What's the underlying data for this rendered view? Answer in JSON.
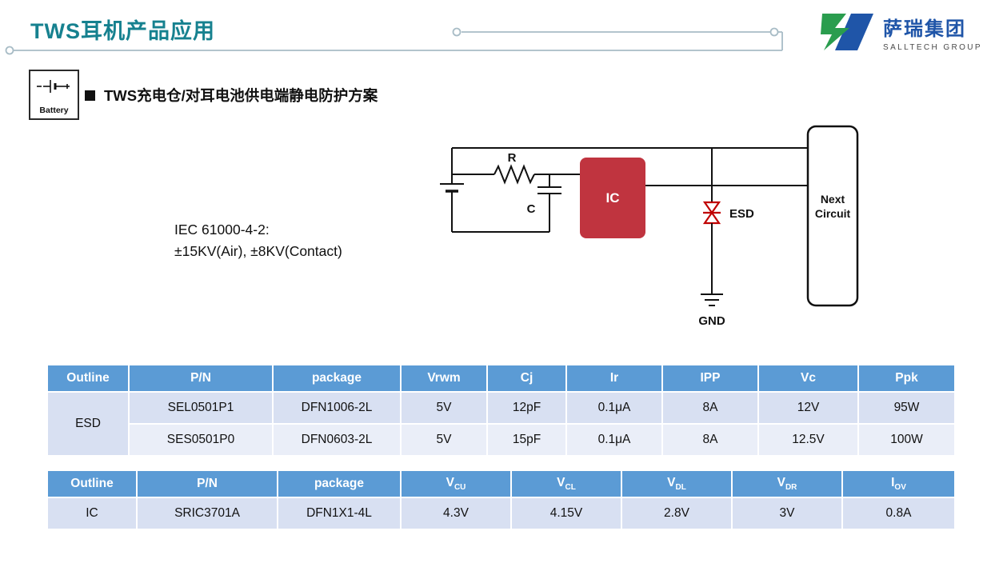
{
  "colors": {
    "title_teal": "#16818f",
    "table_header_blue": "#5b9bd5",
    "row_light": "#d8e0f2",
    "row_lighter": "#eaeef8",
    "ic_red": "#c0343f",
    "esd_red": "#c00000",
    "logo_green": "#2a9d4e",
    "logo_blue": "#1f55a8"
  },
  "header": {
    "title": "TWS耳机产品应用",
    "logo_cn": "萨瑞集团",
    "logo_en": "SALLTECH GROUP"
  },
  "section": {
    "battery_label": "Battery",
    "title": "TWS充电仓/对耳电池供电端静电防护方案"
  },
  "diagram": {
    "iec_line1": "IEC 61000-4-2:",
    "iec_line2": "±15KV(Air), ±8KV(Contact)",
    "r_label": "R",
    "c_label": "C",
    "ic_label": "IC",
    "esd_label": "ESD",
    "gnd_label": "GND",
    "next_line1": "Next",
    "next_line2": "Circuit"
  },
  "esd_table": {
    "headers": [
      "Outline",
      "P/N",
      "package",
      "Vrwm",
      "Cj",
      "Ir",
      "IPP",
      "Vc",
      "Ppk"
    ],
    "outline": "ESD",
    "rows": [
      [
        "SEL0501P1",
        "DFN1006-2L",
        "5V",
        "12pF",
        "0.1μA",
        "8A",
        "12V",
        "95W"
      ],
      [
        "SES0501P0",
        "DFN0603-2L",
        "5V",
        "15pF",
        "0.1μA",
        "8A",
        "12.5V",
        "100W"
      ]
    ]
  },
  "ic_table": {
    "headers": [
      "Outline",
      "P/N",
      "package"
    ],
    "sub_headers": [
      {
        "main": "V",
        "sub": "CU"
      },
      {
        "main": "V",
        "sub": "CL"
      },
      {
        "main": "V",
        "sub": "DL"
      },
      {
        "main": "V",
        "sub": "DR"
      },
      {
        "main": "I",
        "sub": "OV"
      }
    ],
    "row": [
      "IC",
      "SRIC3701A",
      "DFN1X1-4L",
      "4.3V",
      "4.15V",
      "2.8V",
      "3V",
      "0.8A"
    ]
  }
}
